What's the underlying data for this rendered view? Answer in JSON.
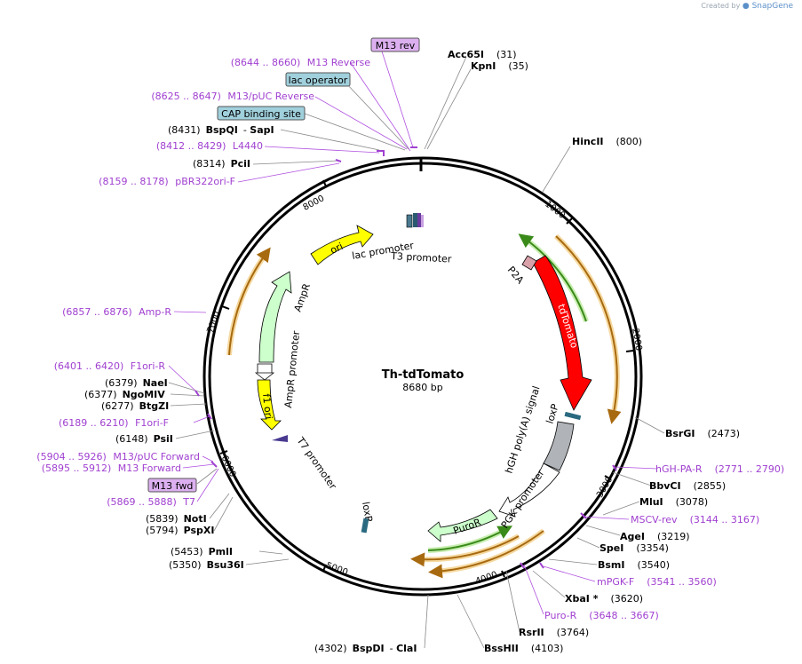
{
  "credit": {
    "prefix": "Created by",
    "brand": "SnapGene"
  },
  "plasmid": {
    "name": "Th-tdTomato",
    "size": "8680 bp",
    "length": 8680
  },
  "ticks": [
    "1000",
    "2000",
    "3000",
    "4000",
    "5000",
    "6000",
    "7000",
    "8000"
  ],
  "enzymes": {
    "acc65i": {
      "name": "Acc65I",
      "pos": "(31)"
    },
    "kpni": {
      "name": "KpnI",
      "pos": "(35)"
    },
    "hincii": {
      "name": "HincII",
      "pos": "(800)"
    },
    "bsrgi": {
      "name": "BsrGI",
      "pos": "(2473)"
    },
    "bbvci": {
      "name": "BbvCI",
      "pos": "(2855)"
    },
    "mlui": {
      "name": "MluI",
      "pos": "(3078)"
    },
    "agei": {
      "name": "AgeI",
      "pos": "(3219)"
    },
    "spei": {
      "name": "SpeI",
      "pos": "(3354)"
    },
    "bsmi": {
      "name": "BsmI",
      "pos": "(3540)"
    },
    "xbai": {
      "name": "XbaI *",
      "pos": "(3620)"
    },
    "rsrii": {
      "name": "RsrII",
      "pos": "(3764)"
    },
    "bsshii": {
      "name": "BssHII",
      "pos": "(4103)"
    },
    "bspdi": {
      "name": "BspDI",
      "sep": "- ",
      "name2": "ClaI",
      "pos": "(4302)"
    },
    "bsu36i": {
      "name": "Bsu36I",
      "pos": "(5350)"
    },
    "pmli": {
      "name": "PmlI",
      "pos": "(5453)"
    },
    "pspxi": {
      "name": "PspXI",
      "pos": "(5794)"
    },
    "noti": {
      "name": "NotI",
      "pos": "(5839)"
    },
    "psii": {
      "name": "PsiI",
      "pos": "(6148)"
    },
    "btgzi": {
      "name": "BtgZI",
      "pos": "(6277)"
    },
    "ngomiv": {
      "name": "NgoMIV",
      "pos": "(6377)"
    },
    "naei": {
      "name": "NaeI",
      "pos": "(6379)"
    },
    "pcii": {
      "name": "PciI",
      "pos": "(8314)"
    },
    "bspqi": {
      "name": "BspQI",
      "sep": "- ",
      "name2": "SapI",
      "pos": "(8431)"
    }
  },
  "primers": {
    "m13rev_long": {
      "name": "M13 Reverse",
      "range": "(8644 .. 8660)"
    },
    "m13puc_rev": {
      "name": "M13/pUC Reverse",
      "range": "(8625 .. 8647)"
    },
    "l4440": {
      "name": "L4440",
      "range": "(8412 .. 8429)"
    },
    "pbr322": {
      "name": "pBR322ori-F",
      "range": "(8159 .. 8178)"
    },
    "ampr": {
      "name": "Amp-R",
      "range": "(6857 .. 6876)"
    },
    "f1ori_r": {
      "name": "F1ori-R",
      "range": "(6401 .. 6420)"
    },
    "f1ori_f": {
      "name": "F1ori-F",
      "range": "(6189 .. 6210)"
    },
    "m13puc_fwd": {
      "name": "M13/pUC Forward",
      "range": "(5904 .. 5926)"
    },
    "m13fwd_long": {
      "name": "M13 Forward",
      "range": "(5895 .. 5912)"
    },
    "t7": {
      "name": "T7",
      "range": "(5869 .. 5888)"
    },
    "hgh_pa_r": {
      "name": "hGH-PA-R",
      "range": "(2771 .. 2790)"
    },
    "mscv_rev": {
      "name": "MSCV-rev",
      "range": "(3144 .. 3167)"
    },
    "mpgk_f": {
      "name": "mPGK-F",
      "range": "(3541 .. 3560)"
    },
    "puro_r": {
      "name": "Puro-R",
      "range": "(3648 .. 3667)"
    }
  },
  "boxes": {
    "m13rev": "M13 rev",
    "lacop": "lac operator",
    "cap": "CAP binding site",
    "m13fwd": "M13 fwd"
  },
  "features": {
    "tdtomato": "tdTomato",
    "p2a": "P2A",
    "loxp1": "loxP",
    "loxp2": "loxP",
    "hgh": "hGH poly(A) signal",
    "pgk": "PGK promoter",
    "puror": "PuroR",
    "t7prom": "T7 promoter",
    "f1ori": "f1 ori",
    "amprprom": "AmpR promoter",
    "ampr": "AmpR",
    "ori": "ori",
    "lacprom": "lac promoter",
    "t3prom": "T3 promoter"
  },
  "colors": {
    "tdtomato": "#ff0000",
    "ori": "#ffff00",
    "f1ori": "#ffff00",
    "ampr": "#ccffcc",
    "puror": "#ccffcc",
    "pgk": "#ffffff",
    "hgh": "#b0b4b8",
    "p2a": "#d8a0a8",
    "loxp": "#2a6a80",
    "primer": "#a040d0",
    "orf_orange": "#a86a10",
    "orf_green": "#3a8a1a",
    "box_teal": "#a0d0dc",
    "box_violet": "#dcb0f0"
  }
}
